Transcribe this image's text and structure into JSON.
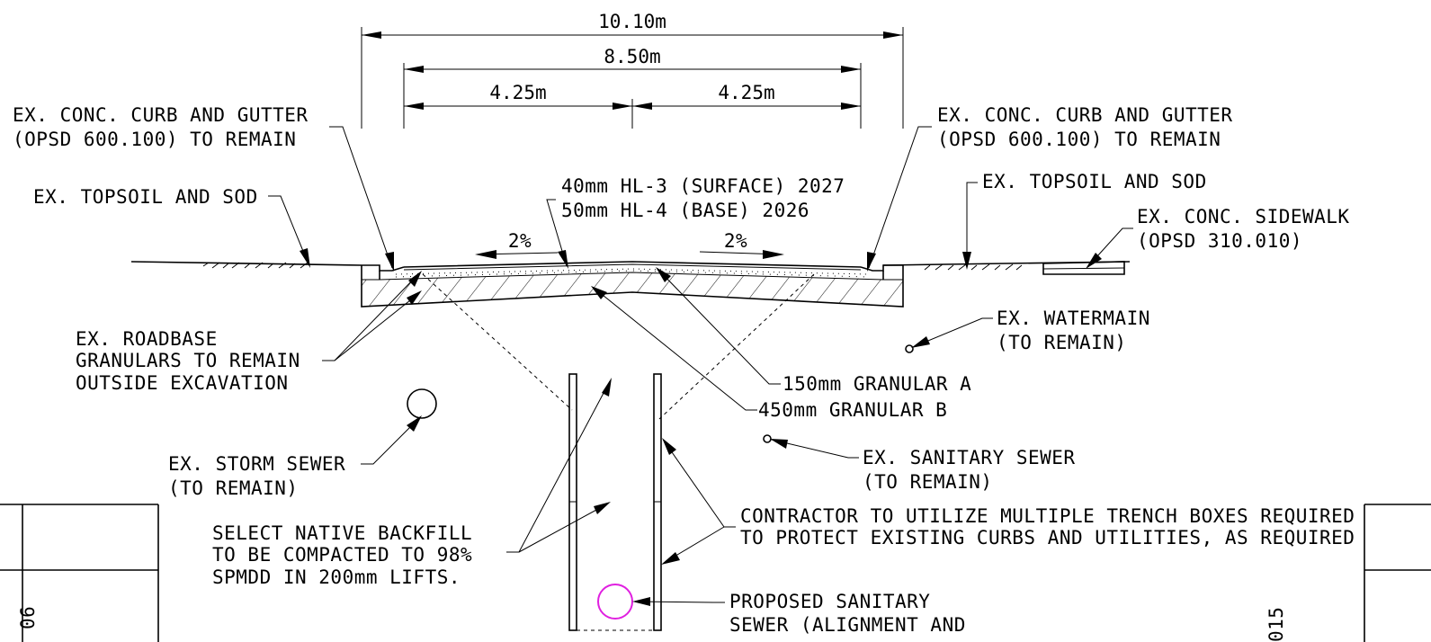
{
  "dimensions": {
    "overall": "10.10m",
    "pavement": "8.50m",
    "left_half": "4.25m",
    "right_half": "4.25m"
  },
  "labels": {
    "curb_left": [
      "EX. CONC. CURB AND GUTTER",
      "(OPSD 600.100) TO REMAIN"
    ],
    "curb_right": [
      "EX. CONC. CURB AND GUTTER",
      "(OPSD 600.100) TO REMAIN"
    ],
    "topsoil_left": "EX. TOPSOIL AND SOD",
    "topsoil_right": "EX. TOPSOIL AND SOD",
    "asphalt": [
      "40mm HL-3 (SURFACE) 2027",
      "50mm HL-4 (BASE) 2026"
    ],
    "slope_left": "2%",
    "slope_right": "2%",
    "sidewalk": [
      "EX. CONC. SIDEWALK",
      "(OPSD 310.010)"
    ],
    "roadbase": [
      "EX. ROADBASE",
      "GRANULARS TO REMAIN",
      "OUTSIDE EXCAVATION"
    ],
    "watermain": [
      "EX. WATERMAIN",
      "(TO REMAIN)"
    ],
    "granular_a": "150mm GRANULAR A",
    "granular_b": "450mm GRANULAR B",
    "storm_sewer": [
      "EX. STORM SEWER",
      "(TO REMAIN)"
    ],
    "sanitary_sewer": [
      "EX. SANITARY SEWER",
      "(TO REMAIN)"
    ],
    "trench_boxes": [
      "CONTRACTOR TO UTILIZE MULTIPLE TRENCH BOXES REQUIRED",
      "TO PROTECT EXISTING CURBS AND UTILITIES, AS REQUIRED"
    ],
    "backfill": [
      "SELECT NATIVE BACKFILL",
      "TO BE COMPACTED TO 98%",
      "SPMDD IN 200mm LIFTS."
    ],
    "proposed_sewer": [
      "PROPOSED SANITARY",
      "SEWER (ALIGNMENT AND"
    ]
  },
  "title_block": {
    "left_fragment": "06",
    "right_fragment": "015"
  },
  "colors": {
    "line": "#000000",
    "proposed_pipe": "#e020e0",
    "background": "#ffffff"
  }
}
